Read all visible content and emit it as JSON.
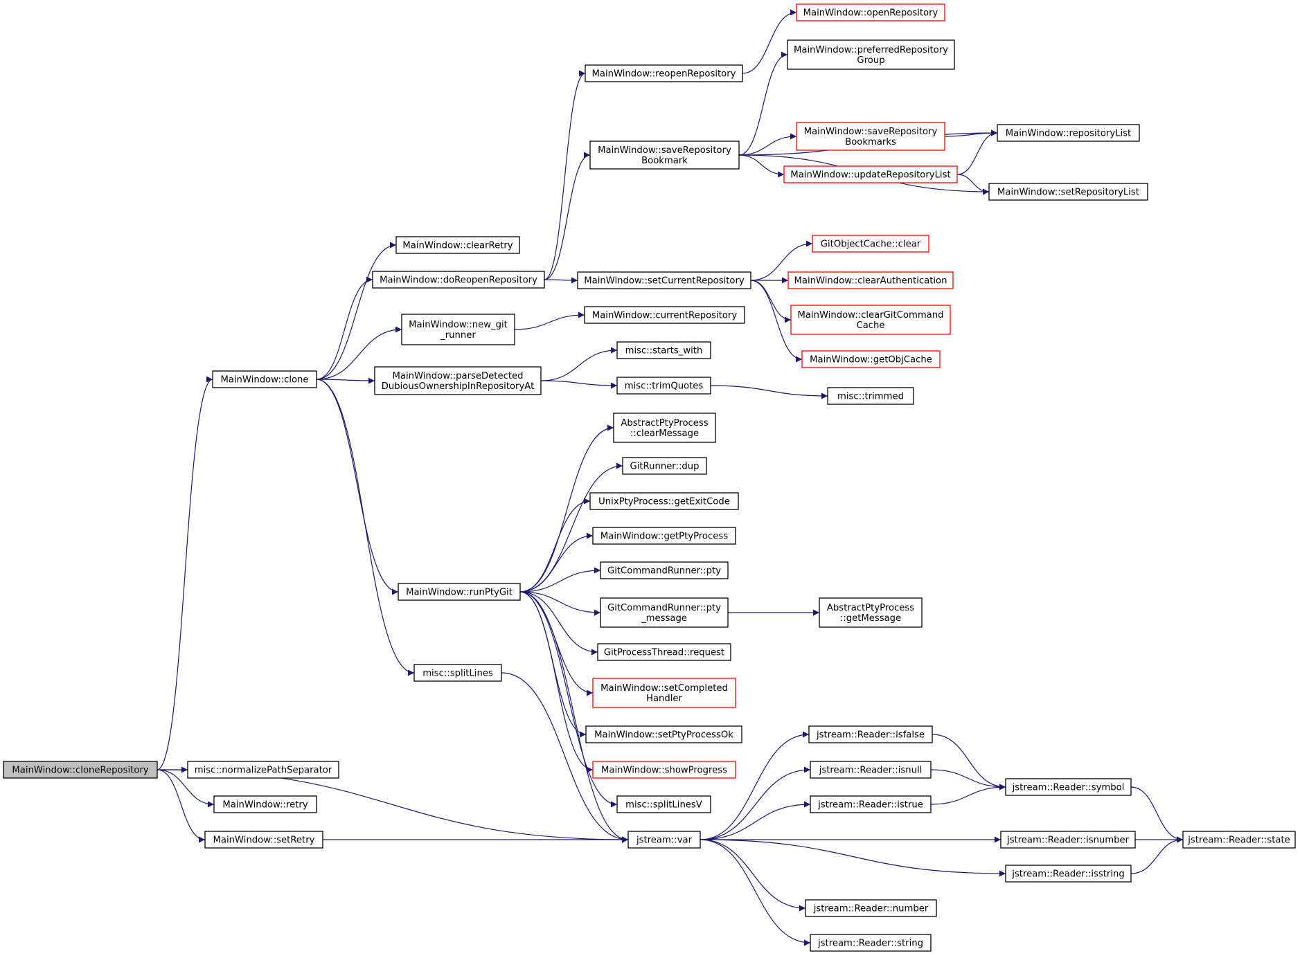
{
  "colors": {
    "edge": "#191970",
    "node_border": "#000000",
    "node_border_truncated": "#ff0000",
    "root_fill": "#bfbfbf",
    "node_fill": "#ffffff"
  },
  "nodes": [
    {
      "id": "cloneRepository",
      "lines": [
        "MainWindow::cloneRepository"
      ],
      "style": "root"
    },
    {
      "id": "clone",
      "lines": [
        "MainWindow::clone"
      ],
      "style": "normal"
    },
    {
      "id": "normalizePathSeparator",
      "lines": [
        "misc::normalizePathSeparator"
      ],
      "style": "normal"
    },
    {
      "id": "retry",
      "lines": [
        "MainWindow::retry"
      ],
      "style": "normal"
    },
    {
      "id": "setRetry",
      "lines": [
        "MainWindow::setRetry"
      ],
      "style": "normal"
    },
    {
      "id": "clearRetry",
      "lines": [
        "MainWindow::clearRetry"
      ],
      "style": "normal"
    },
    {
      "id": "doReopenRepository",
      "lines": [
        "MainWindow::doReopenRepository"
      ],
      "style": "normal"
    },
    {
      "id": "new_git_runner",
      "lines": [
        "MainWindow::new_git",
        "_runner"
      ],
      "style": "normal"
    },
    {
      "id": "parseDetected",
      "lines": [
        "MainWindow::parseDetected",
        "DubiousOwnershipInRepositoryAt"
      ],
      "style": "normal"
    },
    {
      "id": "runPtyGit",
      "lines": [
        "MainWindow::runPtyGit"
      ],
      "style": "normal"
    },
    {
      "id": "splitLines",
      "lines": [
        "misc::splitLines"
      ],
      "style": "normal"
    },
    {
      "id": "reopenRepository",
      "lines": [
        "MainWindow::reopenRepository"
      ],
      "style": "normal"
    },
    {
      "id": "saveRepositoryBookmark",
      "lines": [
        "MainWindow::saveRepository",
        "Bookmark"
      ],
      "style": "normal"
    },
    {
      "id": "setCurrentRepository",
      "lines": [
        "MainWindow::setCurrentRepository"
      ],
      "style": "normal"
    },
    {
      "id": "currentRepository",
      "lines": [
        "MainWindow::currentRepository"
      ],
      "style": "normal"
    },
    {
      "id": "starts_with",
      "lines": [
        "misc::starts_with"
      ],
      "style": "normal"
    },
    {
      "id": "trimQuotes",
      "lines": [
        "misc::trimQuotes"
      ],
      "style": "normal"
    },
    {
      "id": "clearMessage",
      "lines": [
        "AbstractPtyProcess",
        "::clearMessage"
      ],
      "style": "normal"
    },
    {
      "id": "dup",
      "lines": [
        "GitRunner::dup"
      ],
      "style": "normal"
    },
    {
      "id": "getExitCode",
      "lines": [
        "UnixPtyProcess::getExitCode"
      ],
      "style": "normal"
    },
    {
      "id": "getPtyProcess",
      "lines": [
        "MainWindow::getPtyProcess"
      ],
      "style": "normal"
    },
    {
      "id": "pty",
      "lines": [
        "GitCommandRunner::pty"
      ],
      "style": "normal"
    },
    {
      "id": "pty_message",
      "lines": [
        "GitCommandRunner::pty",
        "_message"
      ],
      "style": "normal"
    },
    {
      "id": "request",
      "lines": [
        "GitProcessThread::request"
      ],
      "style": "normal"
    },
    {
      "id": "setCompletedHandler",
      "lines": [
        "MainWindow::setCompleted",
        "Handler"
      ],
      "style": "truncated"
    },
    {
      "id": "setPtyProcessOk",
      "lines": [
        "MainWindow::setPtyProcessOk"
      ],
      "style": "normal"
    },
    {
      "id": "showProgress",
      "lines": [
        "MainWindow::showProgress"
      ],
      "style": "truncated"
    },
    {
      "id": "splitLinesV",
      "lines": [
        "misc::splitLinesV"
      ],
      "style": "normal"
    },
    {
      "id": "var",
      "lines": [
        "jstream::var"
      ],
      "style": "normal"
    },
    {
      "id": "openRepository",
      "lines": [
        "MainWindow::openRepository"
      ],
      "style": "truncated"
    },
    {
      "id": "preferredRepositoryGroup",
      "lines": [
        "MainWindow::preferredRepository",
        "Group"
      ],
      "style": "normal"
    },
    {
      "id": "saveRepositoryBookmarks",
      "lines": [
        "MainWindow::saveRepository",
        "Bookmarks"
      ],
      "style": "truncated"
    },
    {
      "id": "updateRepositoryList",
      "lines": [
        "MainWindow::updateRepositoryList"
      ],
      "style": "truncated"
    },
    {
      "id": "repositoryList",
      "lines": [
        "MainWindow::repositoryList"
      ],
      "style": "normal"
    },
    {
      "id": "setRepositoryList",
      "lines": [
        "MainWindow::setRepositoryList"
      ],
      "style": "normal"
    },
    {
      "id": "gocClear",
      "lines": [
        "GitObjectCache::clear"
      ],
      "style": "truncated"
    },
    {
      "id": "clearAuthentication",
      "lines": [
        "MainWindow::clearAuthentication"
      ],
      "style": "truncated"
    },
    {
      "id": "clearGitCommandCache",
      "lines": [
        "MainWindow::clearGitCommand",
        "Cache"
      ],
      "style": "truncated"
    },
    {
      "id": "getObjCache",
      "lines": [
        "MainWindow::getObjCache"
      ],
      "style": "truncated"
    },
    {
      "id": "trimmed",
      "lines": [
        "misc::trimmed"
      ],
      "style": "normal"
    },
    {
      "id": "getMessage",
      "lines": [
        "AbstractPtyProcess",
        "::getMessage"
      ],
      "style": "normal"
    },
    {
      "id": "isfalse",
      "lines": [
        "jstream::Reader::isfalse"
      ],
      "style": "normal"
    },
    {
      "id": "isnull",
      "lines": [
        "jstream::Reader::isnull"
      ],
      "style": "normal"
    },
    {
      "id": "istrue",
      "lines": [
        "jstream::Reader::istrue"
      ],
      "style": "normal"
    },
    {
      "id": "symbol",
      "lines": [
        "jstream::Reader::symbol"
      ],
      "style": "normal"
    },
    {
      "id": "isnumber",
      "lines": [
        "jstream::Reader::isnumber"
      ],
      "style": "normal"
    },
    {
      "id": "state",
      "lines": [
        "jstream::Reader::state"
      ],
      "style": "normal"
    },
    {
      "id": "isstring",
      "lines": [
        "jstream::Reader::isstring"
      ],
      "style": "normal"
    },
    {
      "id": "number",
      "lines": [
        "jstream::Reader::number"
      ],
      "style": "normal"
    },
    {
      "id": "string",
      "lines": [
        "jstream::Reader::string"
      ],
      "style": "normal"
    }
  ],
  "edges": [
    [
      "cloneRepository",
      "clone"
    ],
    [
      "cloneRepository",
      "normalizePathSeparator"
    ],
    [
      "cloneRepository",
      "retry"
    ],
    [
      "cloneRepository",
      "setRetry"
    ],
    [
      "cloneRepository",
      "var"
    ],
    [
      "clone",
      "clearRetry"
    ],
    [
      "clone",
      "doReopenRepository"
    ],
    [
      "clone",
      "new_git_runner"
    ],
    [
      "clone",
      "parseDetected"
    ],
    [
      "clone",
      "runPtyGit"
    ],
    [
      "clone",
      "splitLines"
    ],
    [
      "doReopenRepository",
      "reopenRepository"
    ],
    [
      "doReopenRepository",
      "saveRepositoryBookmark"
    ],
    [
      "doReopenRepository",
      "setCurrentRepository"
    ],
    [
      "reopenRepository",
      "openRepository"
    ],
    [
      "saveRepositoryBookmark",
      "preferredRepositoryGroup"
    ],
    [
      "saveRepositoryBookmark",
      "repositoryList"
    ],
    [
      "saveRepositoryBookmark",
      "saveRepositoryBookmarks"
    ],
    [
      "saveRepositoryBookmark",
      "updateRepositoryList"
    ],
    [
      "saveRepositoryBookmark",
      "setRepositoryList"
    ],
    [
      "saveRepositoryBookmarks",
      "repositoryList"
    ],
    [
      "updateRepositoryList",
      "repositoryList"
    ],
    [
      "updateRepositoryList",
      "setRepositoryList"
    ],
    [
      "setCurrentRepository",
      "gocClear"
    ],
    [
      "setCurrentRepository",
      "clearAuthentication"
    ],
    [
      "setCurrentRepository",
      "clearGitCommandCache"
    ],
    [
      "setCurrentRepository",
      "getObjCache"
    ],
    [
      "new_git_runner",
      "currentRepository"
    ],
    [
      "parseDetected",
      "starts_with"
    ],
    [
      "parseDetected",
      "trimQuotes"
    ],
    [
      "trimQuotes",
      "trimmed"
    ],
    [
      "runPtyGit",
      "clearMessage"
    ],
    [
      "runPtyGit",
      "dup"
    ],
    [
      "runPtyGit",
      "getExitCode"
    ],
    [
      "runPtyGit",
      "getPtyProcess"
    ],
    [
      "runPtyGit",
      "pty"
    ],
    [
      "runPtyGit",
      "pty_message"
    ],
    [
      "runPtyGit",
      "request"
    ],
    [
      "runPtyGit",
      "setCompletedHandler"
    ],
    [
      "runPtyGit",
      "setPtyProcessOk"
    ],
    [
      "runPtyGit",
      "showProgress"
    ],
    [
      "runPtyGit",
      "splitLinesV"
    ],
    [
      "runPtyGit",
      "var"
    ],
    [
      "pty_message",
      "getMessage"
    ],
    [
      "splitLines",
      "var"
    ],
    [
      "setRetry",
      "var"
    ],
    [
      "var",
      "isfalse"
    ],
    [
      "var",
      "isnull"
    ],
    [
      "var",
      "istrue"
    ],
    [
      "var",
      "isnumber"
    ],
    [
      "var",
      "isstring"
    ],
    [
      "var",
      "number"
    ],
    [
      "var",
      "string"
    ],
    [
      "isfalse",
      "symbol"
    ],
    [
      "isnull",
      "symbol"
    ],
    [
      "istrue",
      "symbol"
    ],
    [
      "symbol",
      "state"
    ],
    [
      "isnumber",
      "state"
    ],
    [
      "isstring",
      "state"
    ]
  ]
}
